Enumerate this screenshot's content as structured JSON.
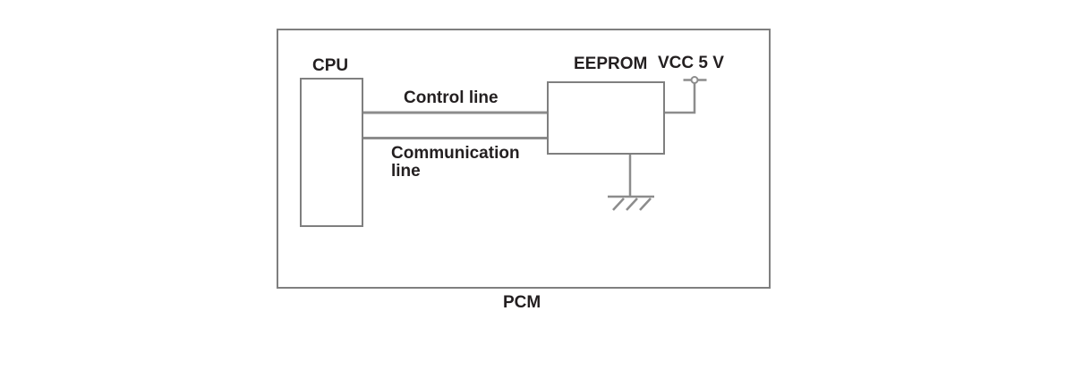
{
  "diagram": {
    "outer_box_label": "PCM",
    "cpu": {
      "label": "CPU"
    },
    "eeprom": {
      "label": "EEPROM"
    },
    "power": {
      "label": "VCC 5 V"
    },
    "connections": {
      "control": "Control line",
      "communication": "Communication line"
    }
  },
  "colors": {
    "background": "#ffffff",
    "box_border": "#7f7f7f",
    "wire": "#8c8c8c",
    "text": "#231f20"
  }
}
